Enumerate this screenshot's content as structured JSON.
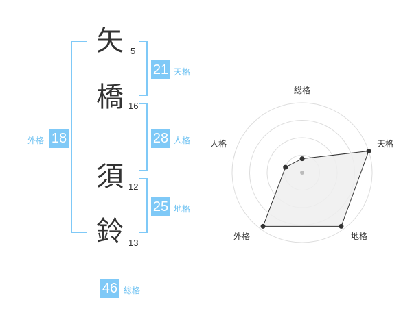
{
  "name_chars": [
    {
      "char": "矢",
      "strokes": "5"
    },
    {
      "char": "橋",
      "strokes": "16"
    },
    {
      "char": "須",
      "strokes": "12"
    },
    {
      "char": "鈴",
      "strokes": "13"
    }
  ],
  "kaku": {
    "tenkaku": {
      "value": "21",
      "label": "天格"
    },
    "jinkaku": {
      "value": "28",
      "label": "人格"
    },
    "chikaku": {
      "value": "25",
      "label": "地格"
    },
    "gaikaku": {
      "value": "18",
      "label": "外格"
    },
    "soukaku": {
      "value": "46",
      "label": "総格"
    }
  },
  "chart_data": {
    "type": "radar",
    "axes": [
      "総格",
      "天格",
      "地格",
      "外格",
      "人格"
    ],
    "values": [
      0.2,
      1.0,
      0.95,
      0.95,
      0.25
    ],
    "rings": 4,
    "colors": {
      "fill": "#eeeeee",
      "stroke": "#333333",
      "grid": "#dddddd",
      "center": "#bbbbbb"
    }
  },
  "colors": {
    "accent": "#7fc9f7",
    "label": "#6ec2f2",
    "text": "#333333"
  }
}
